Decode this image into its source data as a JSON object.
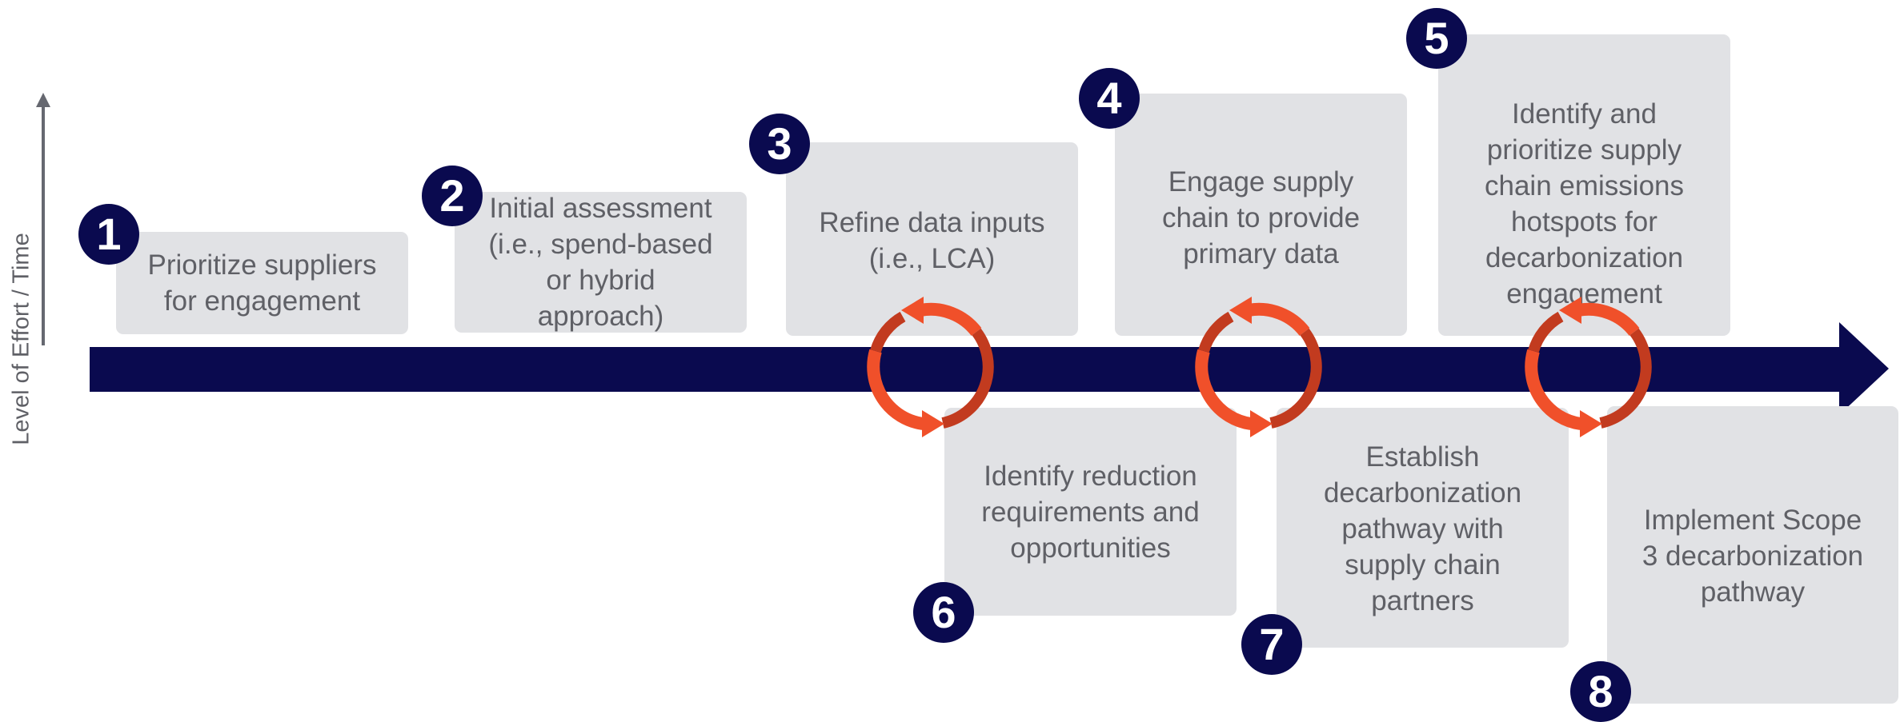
{
  "axis_label": "Level of Effort / Time",
  "colors": {
    "timeline": "#0a0a4f",
    "box_fill": "#e1e2e5",
    "text": "#5f6066",
    "badge": "#0a0a4f",
    "cycle_arrow_light": "#f0502a",
    "cycle_arrow_dark": "#c23b1f",
    "axis_arrow": "#666870"
  },
  "steps": [
    {
      "number": "1",
      "lines": [
        "Prioritize suppliers",
        "for engagement"
      ]
    },
    {
      "number": "2",
      "lines": [
        "Initial assessment",
        "(i.e., spend-based",
        "or hybrid",
        "approach)"
      ]
    },
    {
      "number": "3",
      "lines": [
        "Refine data inputs",
        "(i.e., LCA)"
      ]
    },
    {
      "number": "4",
      "lines": [
        "Engage supply",
        "chain to provide",
        "primary data"
      ]
    },
    {
      "number": "5",
      "lines": [
        "Identify and",
        "prioritize supply",
        "chain emissions",
        "hotspots for",
        "decarbonization",
        "engagement"
      ]
    },
    {
      "number": "6",
      "lines": [
        "Identify reduction",
        "requirements and",
        "opportunities"
      ]
    },
    {
      "number": "7",
      "lines": [
        "Establish",
        "decarbonization",
        "pathway with",
        "supply chain",
        "partners"
      ]
    },
    {
      "number": "8",
      "lines": [
        "Implement Scope",
        "3 decarbonization",
        "pathway"
      ]
    }
  ],
  "cycle_icons": [
    "cycle-arrows-icon",
    "cycle-arrows-icon",
    "cycle-arrows-icon"
  ]
}
